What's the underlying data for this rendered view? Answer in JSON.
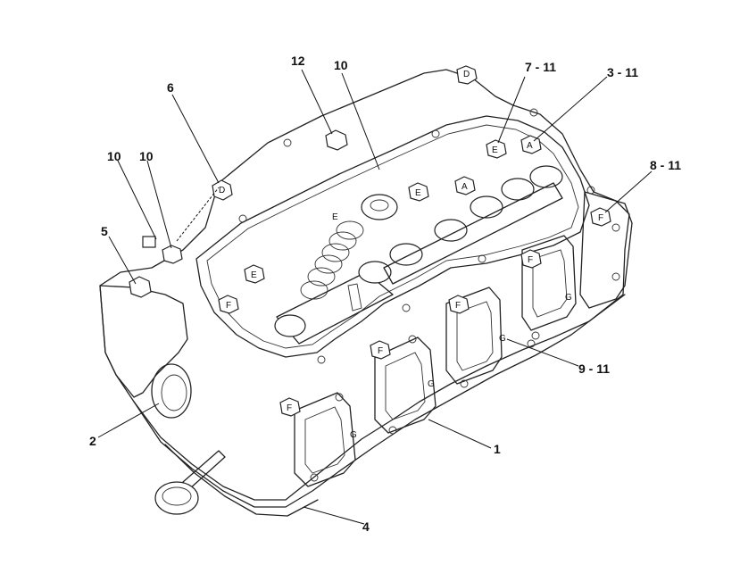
{
  "callouts": [
    {
      "id": "c12",
      "label": "12"
    },
    {
      "id": "c10a",
      "label": "10"
    },
    {
      "id": "c7",
      "label": "7 - 11"
    },
    {
      "id": "c3",
      "label": "3 - 11"
    },
    {
      "id": "c6",
      "label": "6"
    },
    {
      "id": "c10b",
      "label": "10"
    },
    {
      "id": "c10c",
      "label": "10"
    },
    {
      "id": "c8",
      "label": "8 - 11"
    },
    {
      "id": "c5",
      "label": "5"
    },
    {
      "id": "c9",
      "label": "9 - 11"
    },
    {
      "id": "c2",
      "label": "2"
    },
    {
      "id": "c1",
      "label": "1"
    },
    {
      "id": "c4",
      "label": "4"
    }
  ],
  "bolt_letters": {
    "D": "D",
    "E": "E",
    "A": "A",
    "F": "F",
    "G": "G"
  }
}
